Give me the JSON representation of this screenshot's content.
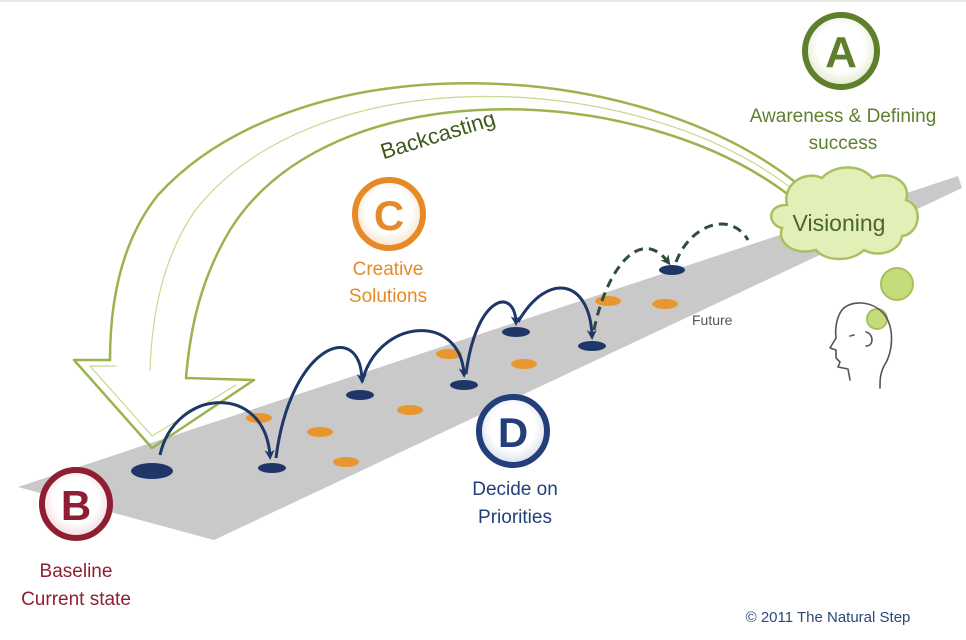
{
  "colors": {
    "green": "#5f7f2c",
    "green_light": "#a9c060",
    "cloud_fill": "#e2efb7",
    "bubble_fill": "#c4dc7a",
    "maroon": "#8f1e33",
    "orange": "#e58a26",
    "navy": "#223f7a",
    "path_gray": "#c9c9c9",
    "dot_orange": "#e8962e",
    "dot_navy": "#1f3668",
    "text_gray": "#555555"
  },
  "steps": {
    "a": {
      "letter": "A",
      "line1": "Awareness & Defining",
      "line2": "success"
    },
    "b": {
      "letter": "B",
      "line1": "Baseline",
      "line2": "Current state"
    },
    "c": {
      "letter": "C",
      "line1": "Creative",
      "line2": "Solutions"
    },
    "d": {
      "letter": "D",
      "line1": "Decide on",
      "line2": "Priorities"
    }
  },
  "labels": {
    "backcasting": "Backcasting",
    "visioning": "Visioning",
    "future": "Future",
    "copyright": "© 2011 The Natural Step"
  },
  "icons": {
    "head": "head-profile-icon",
    "thought_bubble": "thought-bubble-icon",
    "cloud": "cloud-icon"
  }
}
